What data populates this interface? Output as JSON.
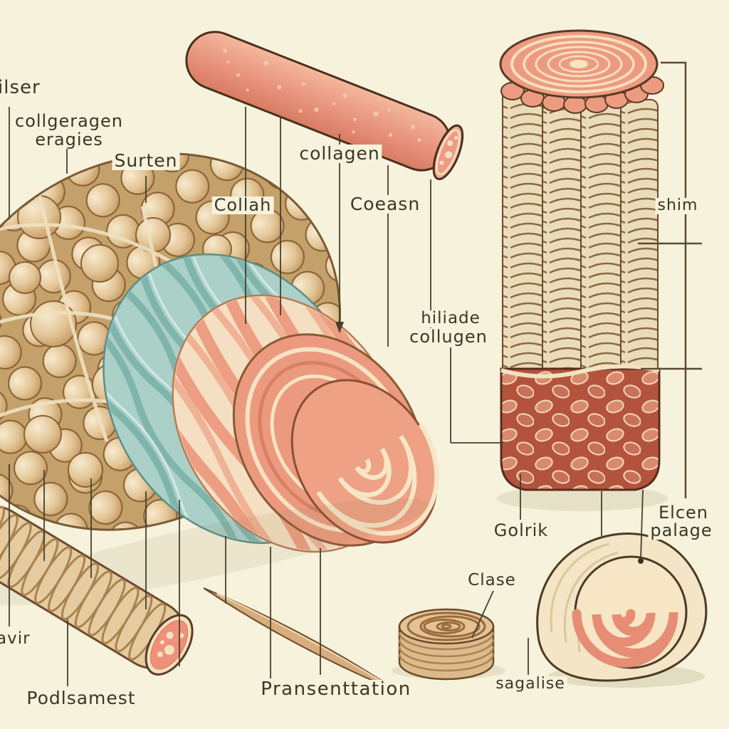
{
  "figure": {
    "type": "anatomical-illustration",
    "subject": "Collagen fiber hierarchy with labeled cross-sections"
  },
  "palette": {
    "background": "#F6F2DC",
    "text": "#3A3726",
    "line": "#44412F",
    "sphere_tan": "#D9B98C",
    "teal_fiber": "#ABD0C8",
    "pink_layer": "#ED9D82",
    "cream_layer": "#F4DFC2",
    "rod_pink": "#E8947E",
    "coil_cream": "#EADCBA",
    "mesh_red": "#B5543E",
    "rope_tan": "#E6CBA0",
    "roll_cream": "#F3E5C5"
  },
  "labels": {
    "ilser": "ilser",
    "collgeragen_line1": "collgeragen",
    "collgeragen_line2": "eragies",
    "surten": "Surten",
    "collah": "Collah",
    "collagen": "collagen",
    "coeasn": "Coeasn",
    "hiliade_line1": "hiliade",
    "hiliade_line2": "collugen",
    "shim": "shim",
    "golrik": "Golrik",
    "elcen_line1": "Elcen",
    "elcen_line2": "palage",
    "clase": "Clase",
    "avir": "avir",
    "podlsamest": "Podlsamest",
    "pransenttation": "Pransenttation",
    "sagalise": "sagalise"
  }
}
